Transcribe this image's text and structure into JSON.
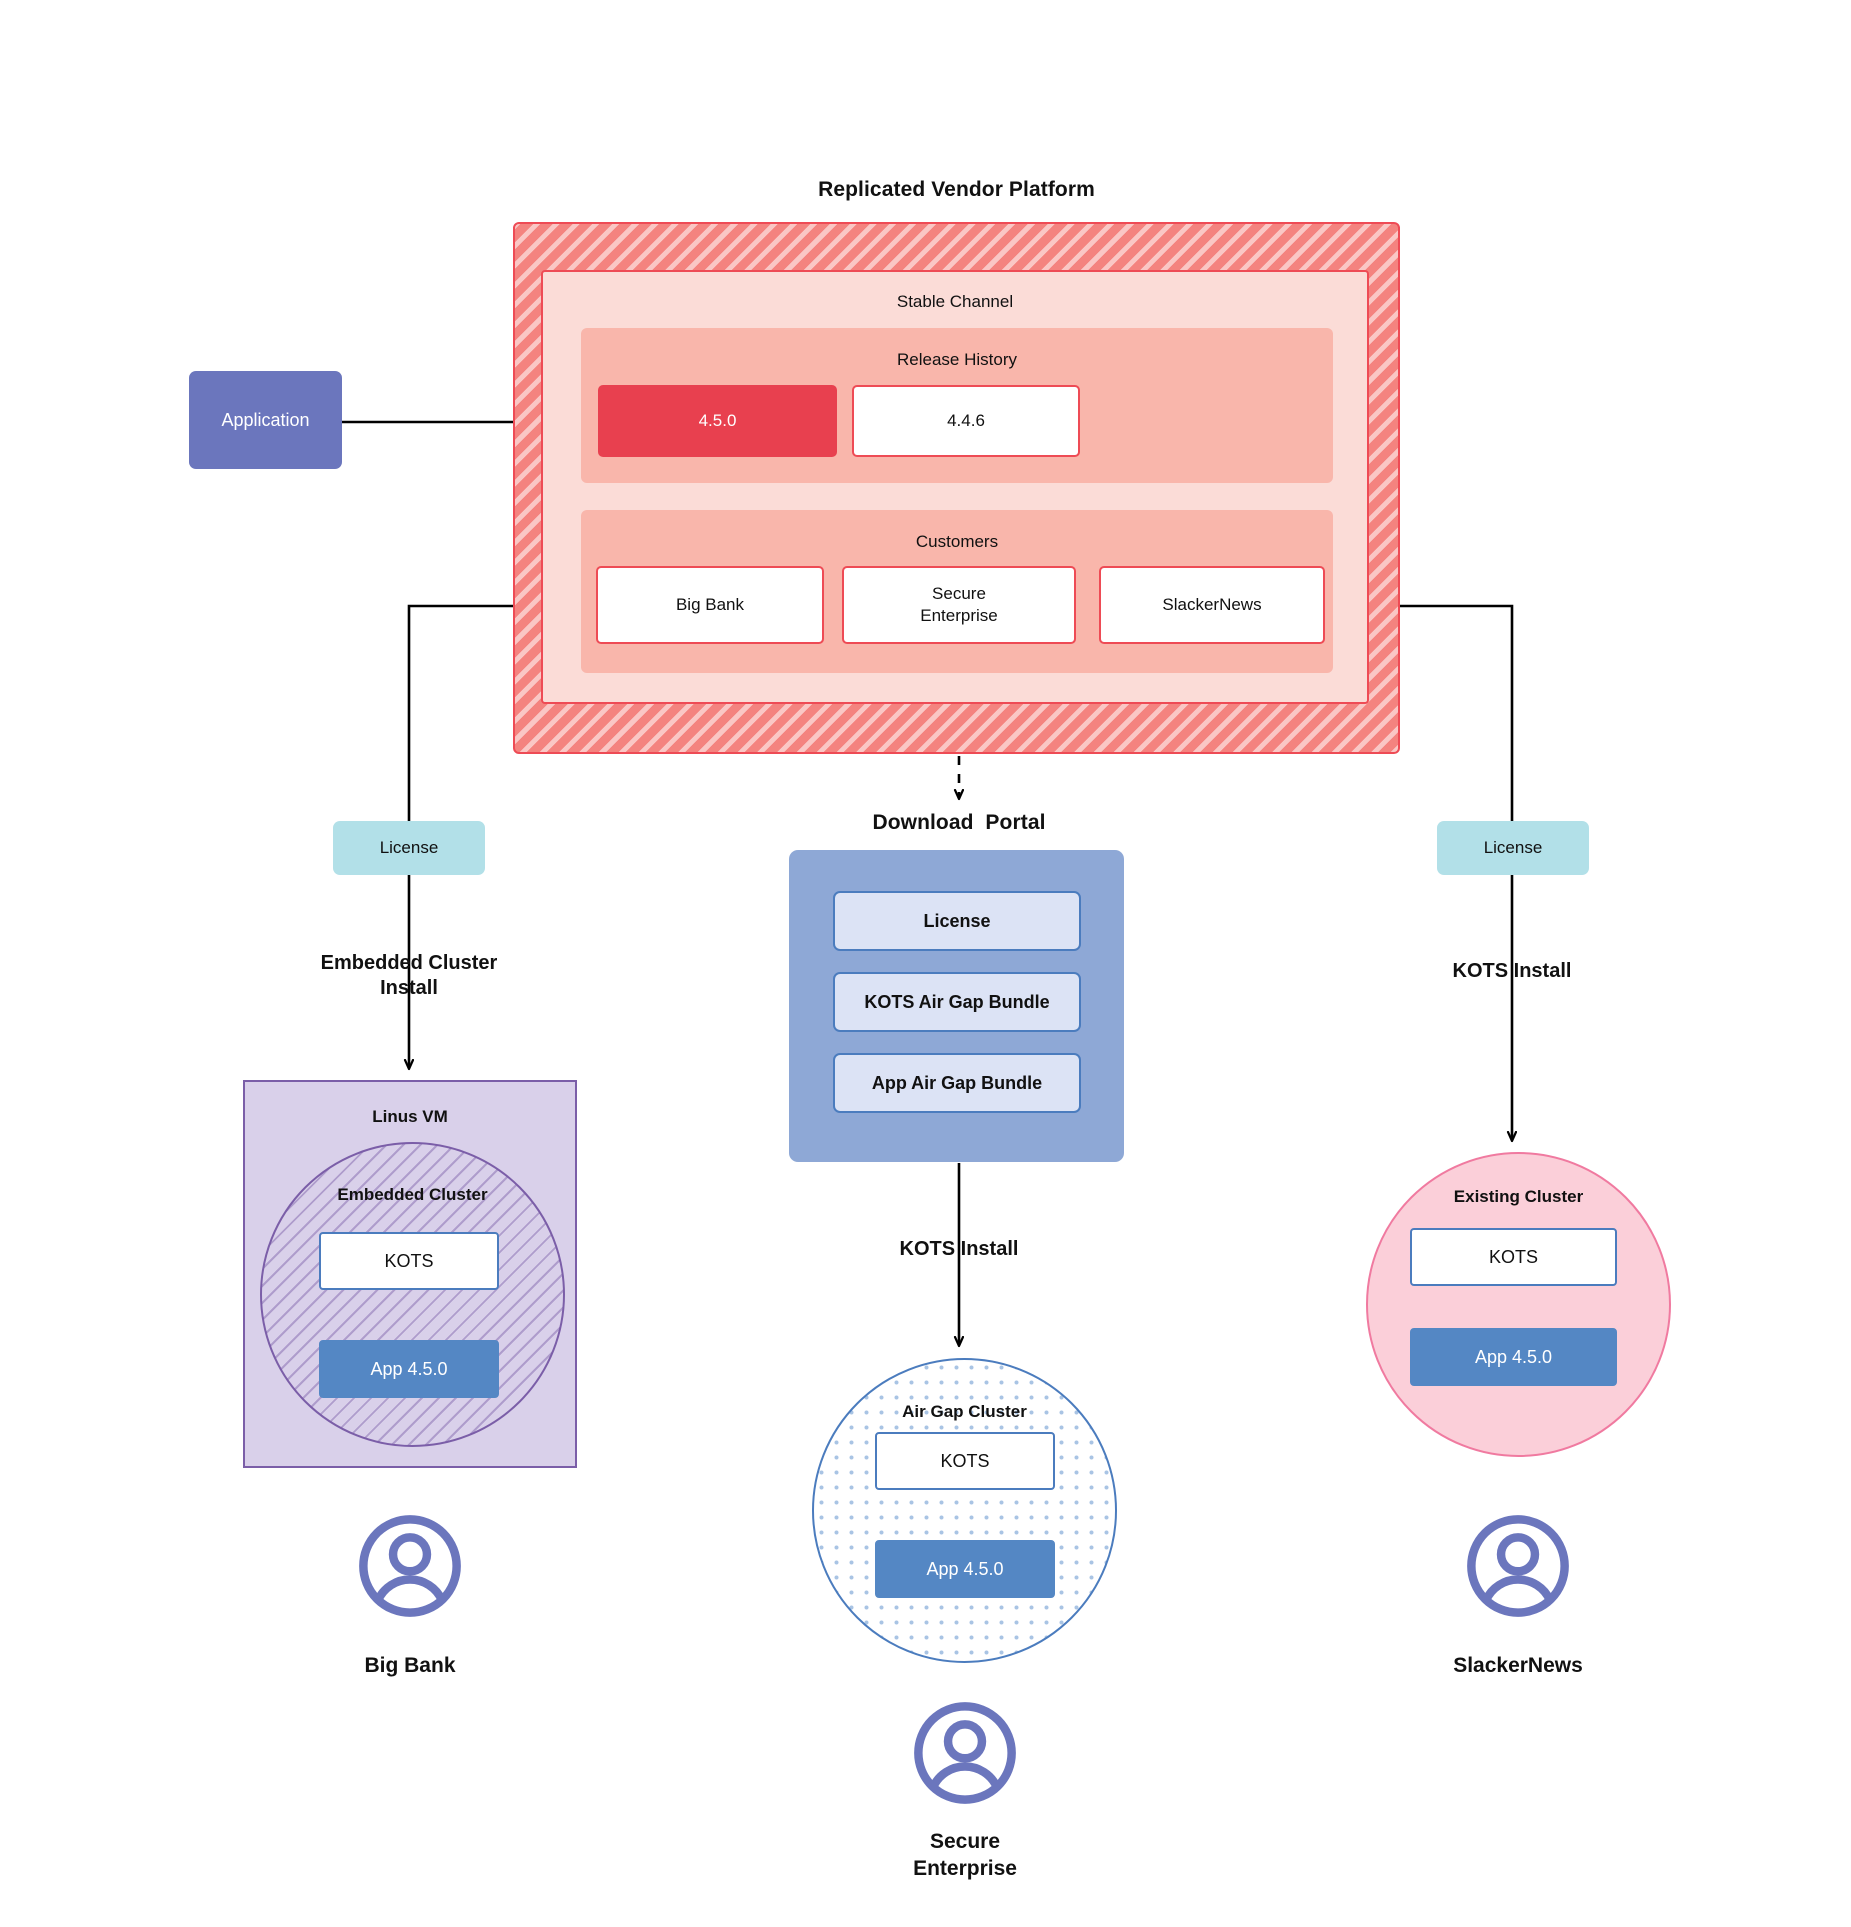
{
  "diagram": {
    "platform": {
      "title": "Replicated Vendor Platform",
      "channel_title": "Stable Channel",
      "release_history_title": "Release History",
      "releases": [
        {
          "version": "4.5.0",
          "state": "current"
        },
        {
          "version": "4.4.6",
          "state": "previous"
        }
      ],
      "customers_title": "Customers",
      "customers": [
        "Big Bank",
        "Secure\nEnterprise",
        "SlackerNews"
      ]
    },
    "application_node": {
      "label": "Application"
    },
    "license_left": {
      "label": "License"
    },
    "license_right": {
      "label": "License"
    },
    "edge_labels": {
      "embedded_install": "Embedded Cluster\nInstall",
      "kots_install_center": "KOTS Install",
      "kots_install_right": "KOTS Install"
    },
    "download_portal": {
      "title": "Download  Portal",
      "items": [
        "License",
        "KOTS Air Gap Bundle",
        "App Air Gap Bundle"
      ]
    },
    "linux_vm": {
      "title": "Linus VM",
      "cluster_title": "Embedded Cluster",
      "kots_label": "KOTS",
      "app_label": "App 4.5.0"
    },
    "airgap_cluster": {
      "title": "Air Gap Cluster",
      "kots_label": "KOTS",
      "app_label": "App 4.5.0"
    },
    "existing_cluster": {
      "title": "Existing Cluster",
      "kots_label": "KOTS",
      "app_label": "App 4.5.0"
    },
    "personas": [
      {
        "name": "Big Bank",
        "icon": "user-avatar-icon"
      },
      {
        "name": "Secure\nEnterprise",
        "icon": "user-avatar-icon"
      },
      {
        "name": "SlackerNews",
        "icon": "user-avatar-icon"
      }
    ],
    "colors": {
      "platform_hatch": "#f4837f",
      "platform_border": "#ee4b55",
      "channel_bg": "#fbdcd7",
      "subsection_bg": "#f9b6ab",
      "release_current": "#e8404f",
      "app_node": "#6b76bd",
      "license": "#b2e0e8",
      "portal_bg": "#8ea8d6",
      "portal_item": "#dce3f5",
      "vm_purple": "#d9d0ea",
      "vm_border": "#7b5ea8",
      "cluster_blue": "#4b7cbe",
      "app_blue": "#5487c4",
      "existing_pink": "#fbcfd9",
      "existing_border": "#f07aa0",
      "persona": "#6b76bd"
    }
  }
}
